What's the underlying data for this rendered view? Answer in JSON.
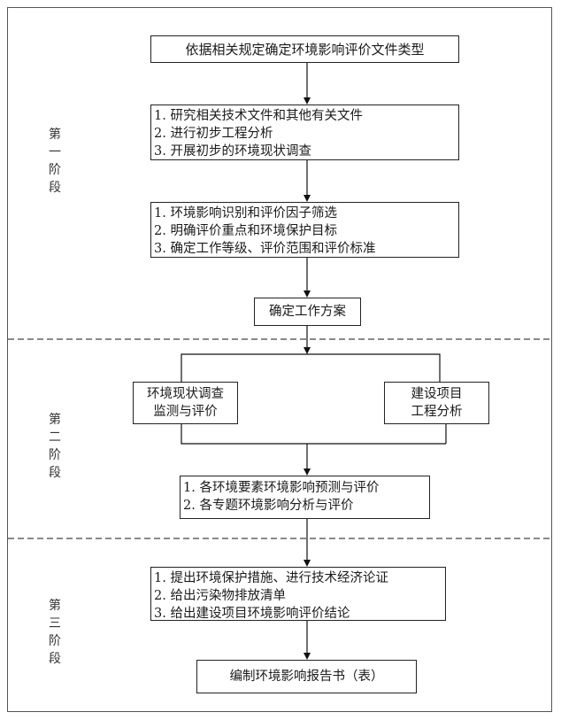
{
  "stages": [
    {
      "chars": [
        "第",
        "一",
        "阶",
        "段"
      ]
    },
    {
      "chars": [
        "第",
        "二",
        "阶",
        "段"
      ]
    },
    {
      "chars": [
        "第",
        "三",
        "阶",
        "段"
      ]
    }
  ],
  "nodes": {
    "determine_doc_type": {
      "lines": [
        "依据相关规定确定环境影响评价文件类型"
      ]
    },
    "research": {
      "lines": [
        "1. 研究相关技术文件和其他有关文件",
        "2. 进行初步工程分析",
        "3. 开展初步的环境现状调查"
      ]
    },
    "identification": {
      "lines": [
        "1. 环境影响识别和评价因子筛选",
        "2. 明确评价重点和环境保护目标",
        "3. 确定工作等级、评价范围和评价标准"
      ]
    },
    "work_plan": {
      "lines": [
        "确定工作方案"
      ]
    },
    "env_survey": {
      "lines": [
        "环境现状调查",
        "监测与评价"
      ]
    },
    "project_analysis": {
      "lines": [
        "建设项目",
        "工程分析"
      ]
    },
    "prediction": {
      "lines": [
        "1. 各环境要素环境影响预测与评价",
        "2. 各专题环境影响分析与评价"
      ]
    },
    "measures": {
      "lines": [
        "1. 提出环境保护措施、进行技术经济论证",
        "2. 给出污染物排放清单",
        "3. 给出建设项目环境影响评价结论"
      ]
    },
    "report": {
      "lines": [
        "编制环境影响报告书（表）"
      ]
    }
  }
}
